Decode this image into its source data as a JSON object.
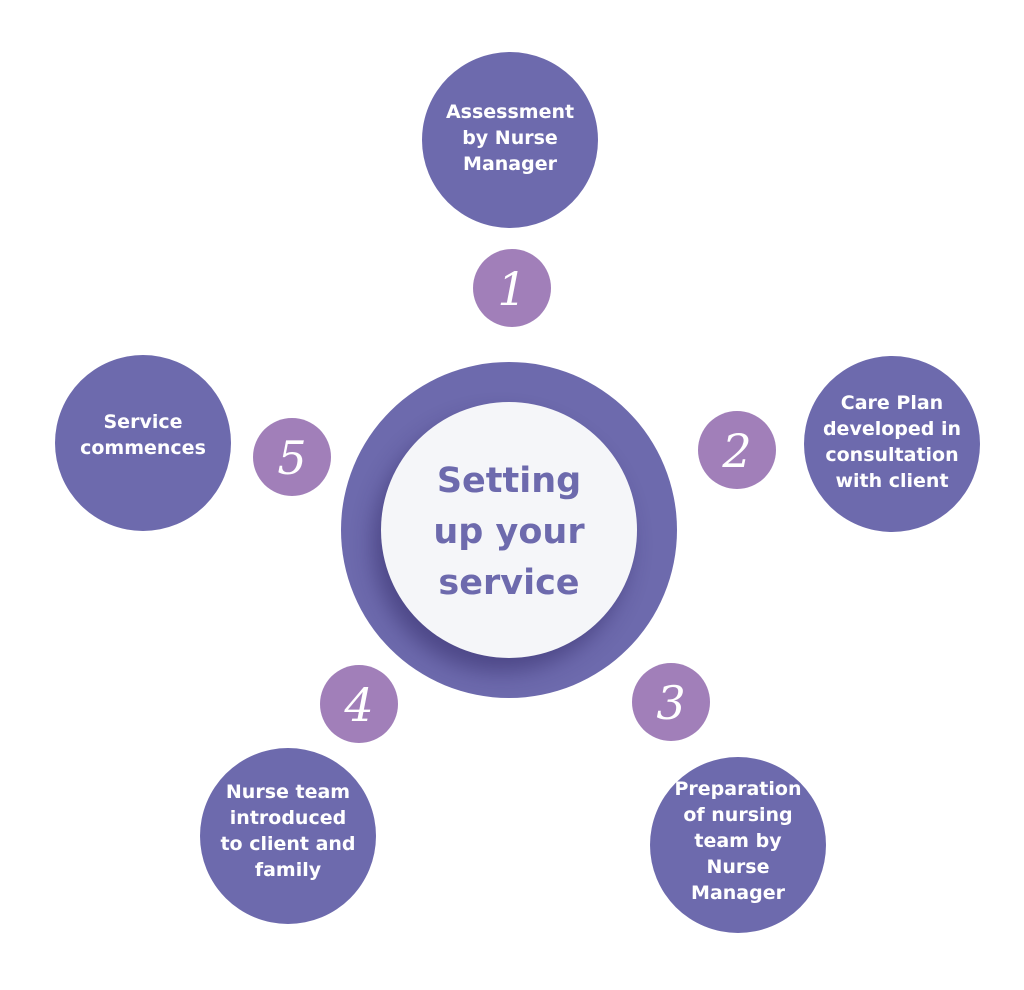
{
  "center": {
    "title": "Setting\nup your\nservice"
  },
  "steps": [
    {
      "number": "1",
      "label": "Assessment\nby Nurse\nManager"
    },
    {
      "number": "2",
      "label": "Care Plan\ndeveloped in\nconsultation\nwith client"
    },
    {
      "number": "3",
      "label": "Preparation\nof nursing\nteam by\nNurse\nManager"
    },
    {
      "number": "4",
      "label": "Nurse team\nintroduced\nto client and\nfamily"
    },
    {
      "number": "5",
      "label": "Service\ncommences"
    }
  ],
  "colors": {
    "primary": "#6d6aad",
    "badge": "#a17fb9",
    "hub_inner": "#f5f6f9",
    "text_on_primary": "#ffffff"
  }
}
